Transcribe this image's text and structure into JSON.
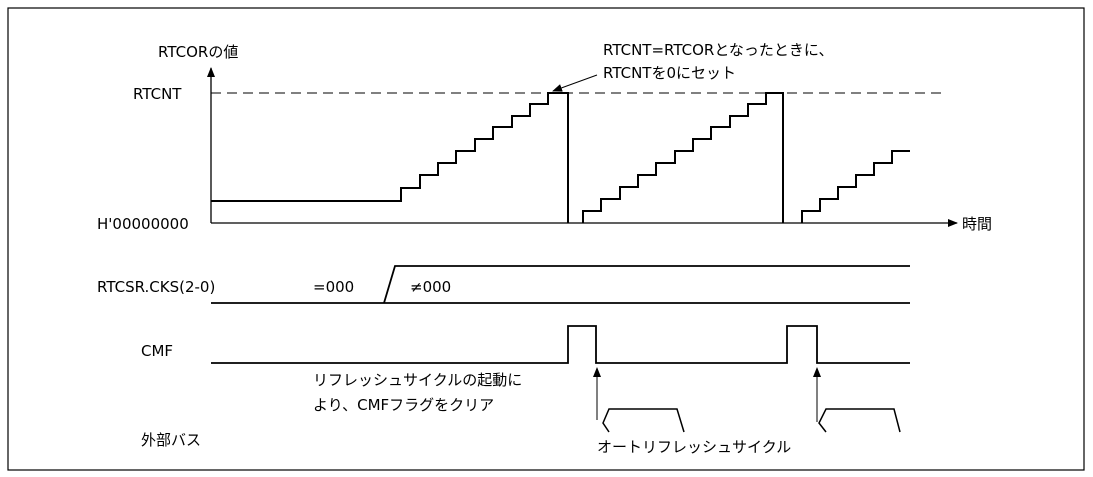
{
  "labels": {
    "y_axis_title": "RTCORの値",
    "y_top": "RTCNT",
    "y_zero": "H'00000000",
    "x_axis": "時間",
    "callout_line1": "RTCNT=RTCORとなったときに、",
    "callout_line2": "RTCNTを0にセット",
    "cks_signal": "RTCSR.CKS(2-0)",
    "cks_before": "=000",
    "cks_after": "≠000",
    "cmf_signal": "CMF",
    "clear_note_line1": "リフレッシュサイクルの起動に",
    "clear_note_line2": "より、CMFフラグをクリア",
    "bus_signal": "外部バス",
    "refresh_cycle": "オートリフレッシュサイクル"
  }
}
